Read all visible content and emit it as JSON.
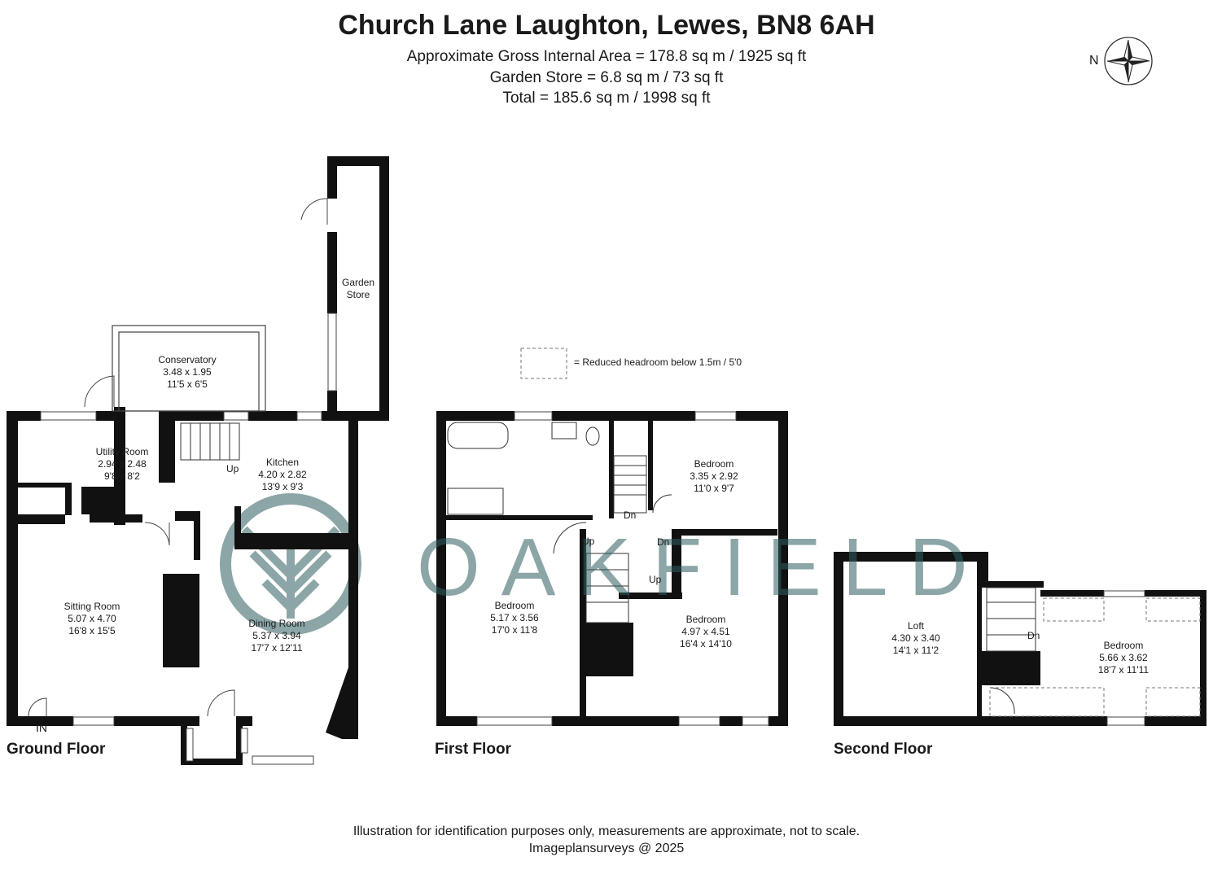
{
  "header": {
    "title": "Church Lane Laughton, Lewes, BN8 6AH",
    "area_gross": "Approximate Gross Internal Area = 178.8 sq m / 1925 sq ft",
    "area_store": "Garden Store = 6.8 sq m / 73 sq ft",
    "area_total": "Total = 185.6 sq m / 1998 sq ft"
  },
  "compass": {
    "label": "N"
  },
  "legend": {
    "text": "= Reduced headroom below 1.5m / 5'0"
  },
  "watermark": {
    "text": "OAKFIELD"
  },
  "floors": {
    "ground": {
      "label": "Ground Floor",
      "entry": "IN",
      "rooms": {
        "garden_store": {
          "name": "Garden\nStore",
          "line1": "Garden",
          "line2": "Store"
        },
        "conservatory": {
          "name": "Conservatory",
          "metric": "3.48 x 1.95",
          "imperial": "11'5 x 6'5"
        },
        "utility": {
          "name": "Utility Room",
          "metric": "2.94 x 2.48",
          "imperial": "9'8 x 8'2"
        },
        "kitchen": {
          "name": "Kitchen",
          "metric": "4.20 x 2.82",
          "imperial": "13'9 x 9'3"
        },
        "sitting": {
          "name": "Sitting Room",
          "metric": "5.07 x 4.70",
          "imperial": "16'8 x 15'5"
        },
        "dining": {
          "name": "Dining Room",
          "metric": "5.37 x 3.94",
          "imperial": "17'7 x 12'11"
        }
      },
      "stairs": "Up"
    },
    "first": {
      "label": "First Floor",
      "rooms": {
        "bed_ne": {
          "name": "Bedroom",
          "metric": "3.35 x 2.92",
          "imperial": "11'0 x 9'7"
        },
        "bed_w": {
          "name": "Bedroom",
          "metric": "5.17 x 3.56",
          "imperial": "17'0 x 11'8"
        },
        "bed_se": {
          "name": "Bedroom",
          "metric": "4.97 x 4.51",
          "imperial": "16'4 x 14'10"
        }
      },
      "stairs": {
        "dn1": "Dn",
        "up1": "Up",
        "dn2": "Dn",
        "up2": "Up"
      }
    },
    "second": {
      "label": "Second Floor",
      "rooms": {
        "loft": {
          "name": "Loft",
          "metric": "4.30 x 3.40",
          "imperial": "14'1 x 11'2"
        },
        "bed": {
          "name": "Bedroom",
          "metric": "5.66 x 3.62",
          "imperial": "18'7 x 11'11"
        }
      },
      "stairs": "Dn"
    }
  },
  "footer": {
    "disclaimer": "Illustration for identification purposes only, measurements are approximate, not to scale.",
    "credit": "Imageplansurveys @ 2025"
  },
  "colors": {
    "wall": "#111111",
    "watermark": "#2f5f60"
  }
}
